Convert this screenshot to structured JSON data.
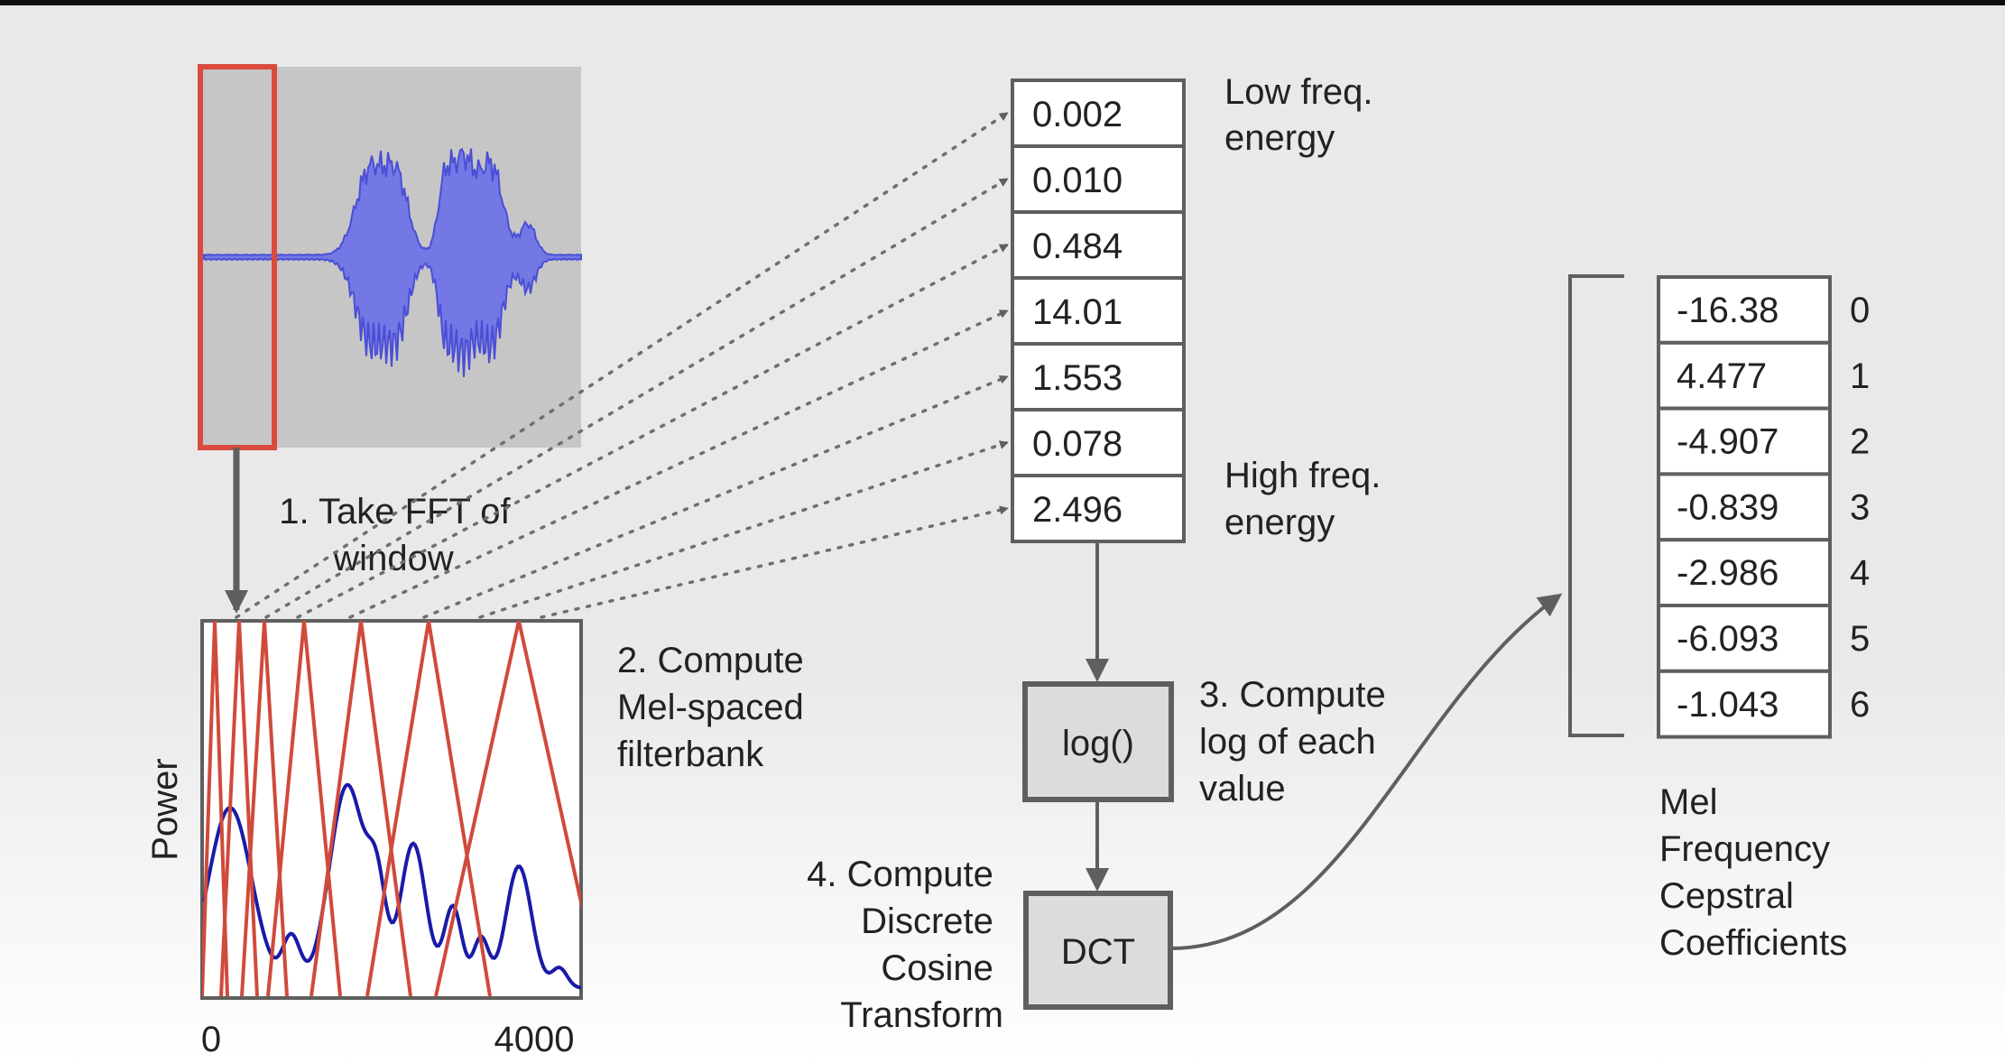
{
  "steps": {
    "fft": [
      "1. Take FFT of",
      "window"
    ],
    "filterbank": [
      "2. Compute",
      "Mel-spaced",
      "filterbank"
    ],
    "log": [
      "3. Compute",
      "log of each",
      "value"
    ],
    "dct": [
      "4. Compute",
      "Discrete",
      "Cosine",
      "Transform"
    ]
  },
  "spectrum": {
    "y_axis_label": "Power",
    "x_tick_labels": [
      "0",
      "4000"
    ]
  },
  "filterbank_energies": [
    "0.002",
    "0.010",
    "0.484",
    "14.01",
    "1.553",
    "0.078",
    "2.496"
  ],
  "energy_labels": {
    "low": [
      "Low freq.",
      "energy"
    ],
    "high": [
      "High freq.",
      "energy"
    ]
  },
  "log_box_label": "log()",
  "dct_box_label": "DCT",
  "mfcc": {
    "values": [
      "-16.38",
      "4.477",
      "-4.907",
      "-0.839",
      "-2.986",
      "-6.093",
      "-1.043"
    ],
    "indices": [
      "0",
      "1",
      "2",
      "3",
      "4",
      "5",
      "6"
    ],
    "caption": [
      "Mel",
      "Frequency",
      "Cepstral",
      "Coefficients"
    ]
  },
  "colors": {
    "window_frame": "#d94c3d",
    "waveform": "#4a4ed6",
    "power_curve": "#1a1aa8",
    "filters": "#d04a3c",
    "box_border": "#5f5f5f"
  }
}
